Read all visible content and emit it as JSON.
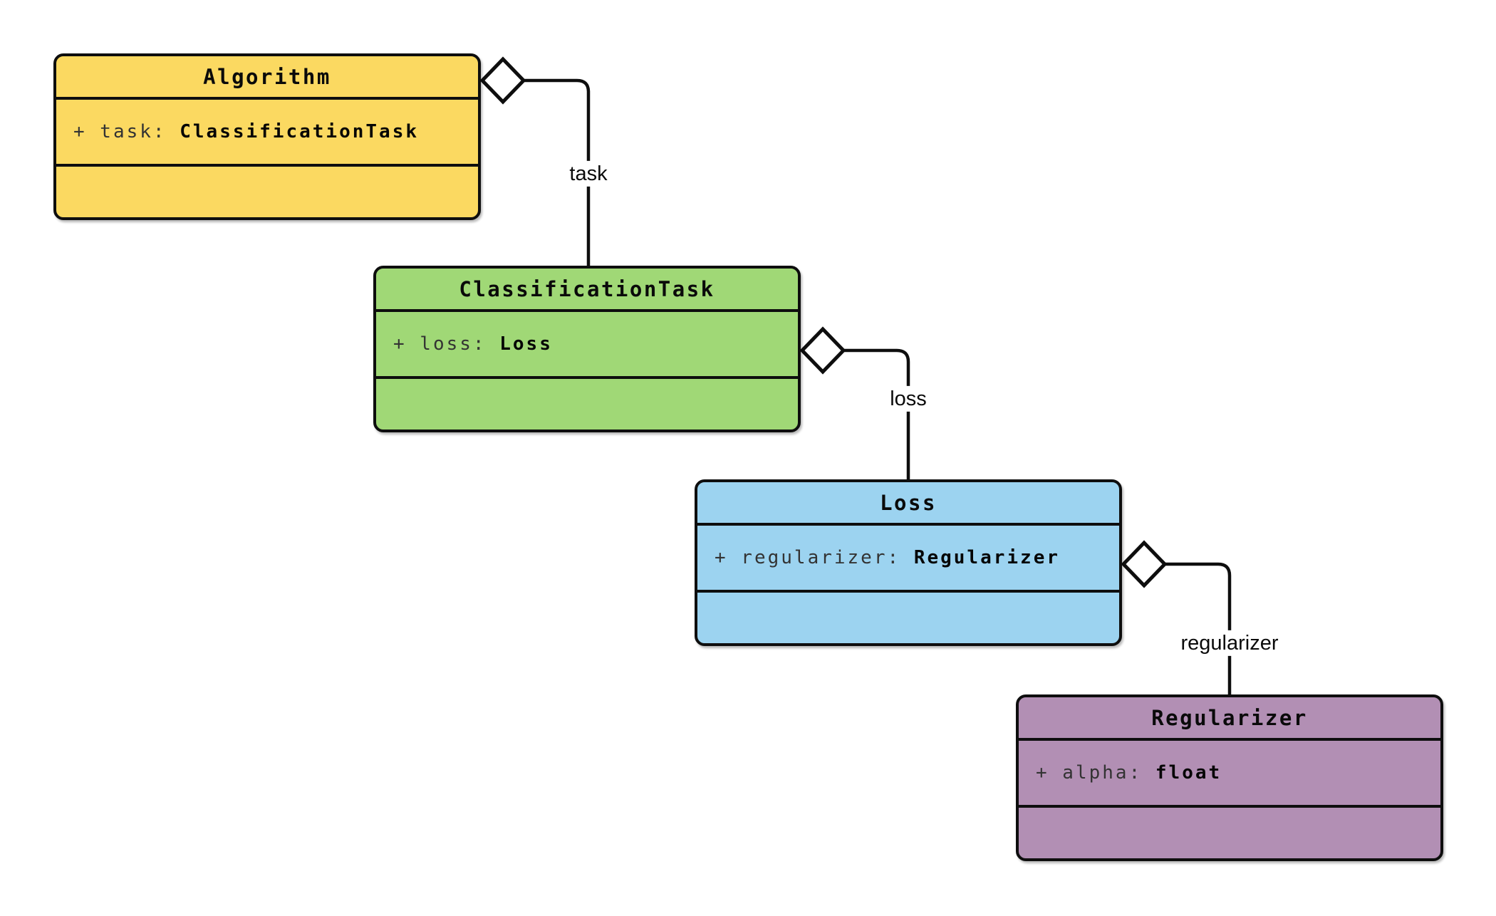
{
  "classes": [
    {
      "name": "Algorithm",
      "fill": "#FBD961",
      "attribute": {
        "prefix": "+ task: ",
        "type": "ClassificationTask"
      }
    },
    {
      "name": "ClassificationTask",
      "fill": "#A0D876",
      "attribute": {
        "prefix": "+ loss: ",
        "type": "Loss"
      }
    },
    {
      "name": "Loss",
      "fill": "#9CD3F0",
      "attribute": {
        "prefix": "+ regularizer: ",
        "type": "Regularizer"
      }
    },
    {
      "name": "Regularizer",
      "fill": "#B28FB4",
      "attribute": {
        "prefix": "+ alpha: ",
        "type": "float"
      }
    }
  ],
  "relations": [
    {
      "from": "Algorithm",
      "to": "ClassificationTask",
      "label": "task",
      "kind": "aggregation"
    },
    {
      "from": "ClassificationTask",
      "to": "Loss",
      "label": "loss",
      "kind": "aggregation"
    },
    {
      "from": "Loss",
      "to": "Regularizer",
      "label": "regularizer",
      "kind": "aggregation"
    }
  ],
  "colors": {
    "border": "#0e0e0e",
    "line": "#0e0e0e",
    "diamond_fill": "#ffffff",
    "background": "#ffffff"
  }
}
